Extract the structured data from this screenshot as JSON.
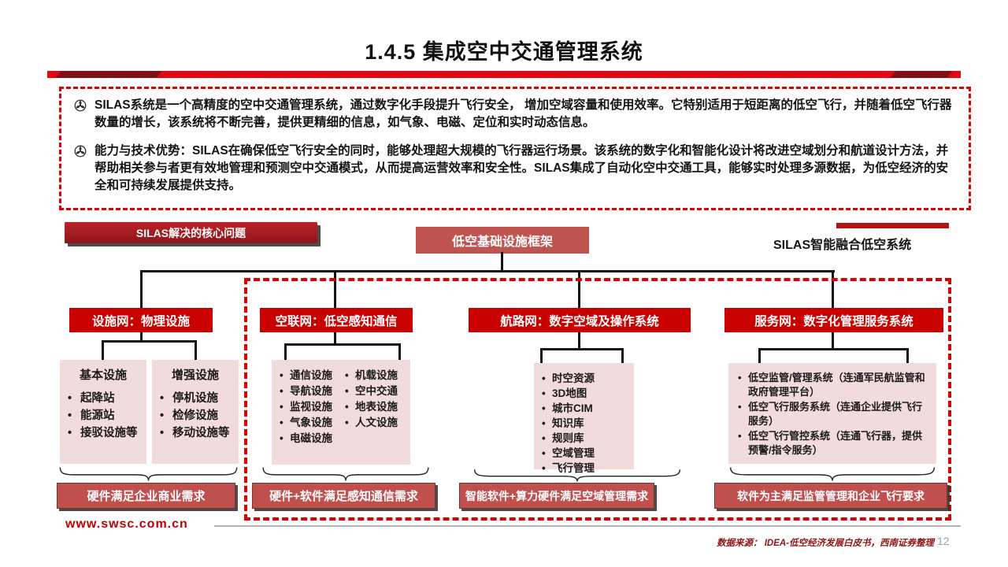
{
  "slide": {
    "title": "1.4.5 集成空中交通管理系统",
    "page_number": "12",
    "website": "www.swsc.com.cn",
    "source_note": "数据来源： IDEA-低空经济发展白皮书，西南证券整理"
  },
  "colors": {
    "accent_red": "#c80000",
    "bar_red": "#e30613",
    "dark_red": "#7f1114",
    "rose": "#c0504d",
    "pink": "#f2dcdb",
    "dashed_border": "#d80000"
  },
  "icons": {
    "bullet_icon": "propeller-icon"
  },
  "summary": {
    "bullets": [
      {
        "lead": "",
        "text": "SILAS系统是一个高精度的空中交通管理系统，通过数字化手段提升飞行安全， 增加空域容量和使用效率。它特别适用于短距离的低空飞行，并随着低空飞行器数量的增长，该系统将不断完善，提供更精细的信息，如气象、电磁、定位和实时动态信息。"
      },
      {
        "lead": "能力与技术优势：",
        "text": "SILAS在确保低空飞行安全的同时，能够处理超大规模的飞行器运行场景。该系统的数字化和智能化设计将改进空域划分和航道设计方法，并帮助相关参与者更有效地管理和预测空中交通模式，从而提高运营效率和安全性。SILAS集成了自动化空中交通工具，能够实时处理多源数据，为低空经济的安全和可持续发展提供支持。"
      }
    ]
  },
  "diagram": {
    "core_problem_label": "SILAS解决的核心问题",
    "root_label": "低空基础设施框架",
    "system_label": "SILAS智能融合低空系统",
    "columns": [
      {
        "header": "设施网：物理设施",
        "groups": [
          {
            "title": "基本设施",
            "items": [
              "起降站",
              "能源站",
              "接驳设施等"
            ]
          },
          {
            "title": "增强设施",
            "items": [
              "停机设施",
              "检修设施",
              "移动设施等"
            ]
          }
        ],
        "conclusion": "硬件满足企业商业需求"
      },
      {
        "header": "空联网：低空感知通信",
        "items_left": [
          "通信设施",
          "导航设施",
          "监视设施",
          "气象设施",
          "电磁设施"
        ],
        "items_right": [
          "机载设施",
          "空中交通",
          "地表设施",
          "人文设施"
        ],
        "conclusion": "硬件+软件满足感知通信需求"
      },
      {
        "header": "航路网：数字空域及操作系统",
        "items": [
          "时空资源",
          "3D地图",
          "城市CIM",
          "知识库",
          "规则库",
          "空域管理",
          "飞行管理"
        ],
        "conclusion": "智能软件+算力硬件满足空域管理需求"
      },
      {
        "header": "服务网：数字化管理服务系统",
        "items": [
          "低空监管/管理系统（连通军民航监管和政府管理平台）",
          "低空飞行服务系统（连通企业提供飞行服务）",
          "低空飞行管控系统（连通飞行器，提供预警/指令服务）"
        ],
        "conclusion": "软件为主满足监管管理和企业飞行要求"
      }
    ]
  }
}
